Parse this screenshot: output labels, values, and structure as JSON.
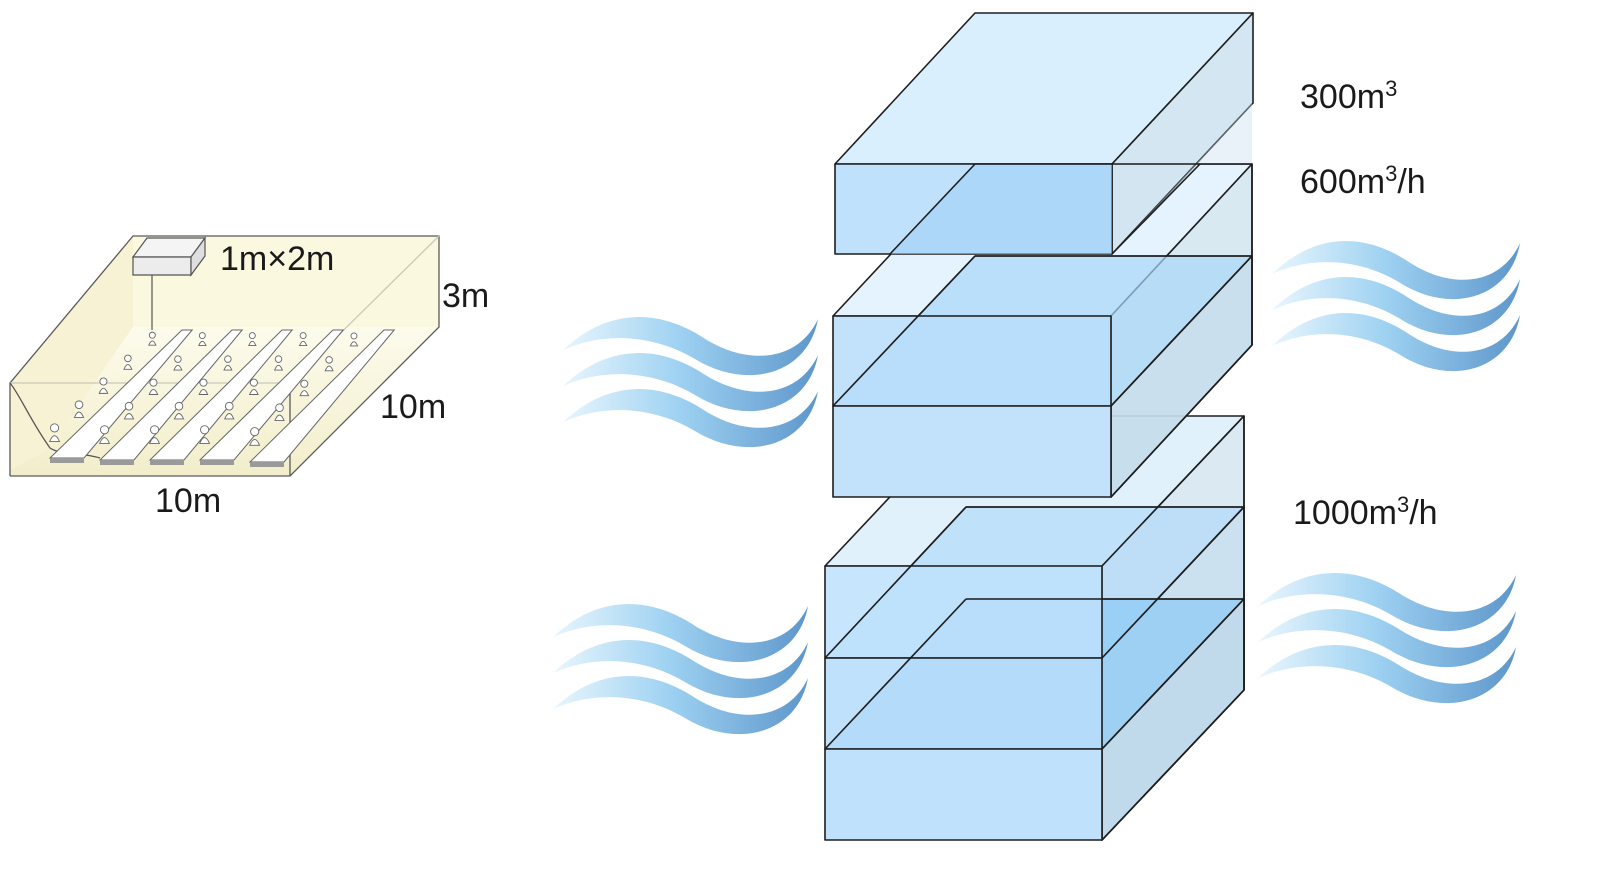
{
  "room": {
    "unit_label": "1m×2m",
    "height_label": "3m",
    "depth_label": "10m",
    "width_label": "10m"
  },
  "volumes": {
    "room_volume": {
      "value": "300m",
      "sup": "3"
    },
    "flow_small": {
      "value": "600m",
      "sup": "3",
      "suffix": "/h"
    },
    "flow_large": {
      "value": "1000m",
      "sup": "3",
      "suffix": "/h"
    }
  },
  "colors": {
    "box_front": "#bfe0fb",
    "box_front_dark": "#a5d4f8",
    "box_top": "#d8eefc",
    "box_side": "#cfe3ef",
    "room_fill": "#fbf8e4",
    "wave_light": "#e4f4fd",
    "wave_dark": "#5d98cc"
  },
  "icons": [
    "air-flow-wave-icon",
    "air-purifier-icon",
    "student-icon"
  ]
}
